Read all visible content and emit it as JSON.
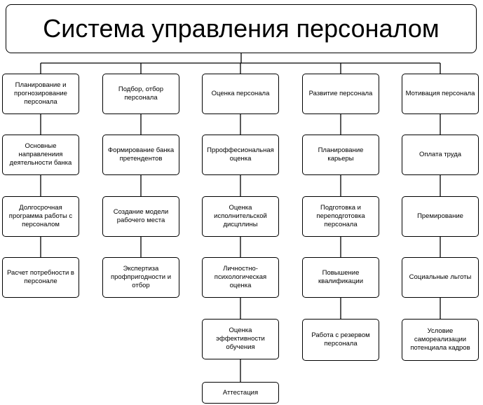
{
  "title": "Система управления персоналом",
  "columns": [
    {
      "header": "Планирование и прогнозирование персонала",
      "items": [
        "Основные направлениия деятельности банка",
        "Долгосрочная программа работы с персоналом",
        "Расчет потребности в персонале"
      ]
    },
    {
      "header": "Подбор, отбор персонала",
      "items": [
        "Формирование банка претендентов",
        "Создание модели рабочего места",
        "Экспертиза профпригодности и отбор"
      ]
    },
    {
      "header": "Оценка персонала",
      "items": [
        "Прроффесиональная оценка",
        "Оценка исполнительской дисцплины",
        "Личностно-психологическая оценка",
        "Оценка эффективности обучения",
        "Аттестация"
      ]
    },
    {
      "header": "Развитие персонала",
      "items": [
        "Планирование карьеры",
        "Подготовка и переподготовка персонала",
        "Повышение квалификации",
        "Работа с резервом персонала"
      ]
    },
    {
      "header": "Мотивация персонала",
      "items": [
        "Оплата труда",
        "Премирование",
        "Социальные льготы",
        "Условие самореализации потенциала кадров"
      ]
    }
  ]
}
